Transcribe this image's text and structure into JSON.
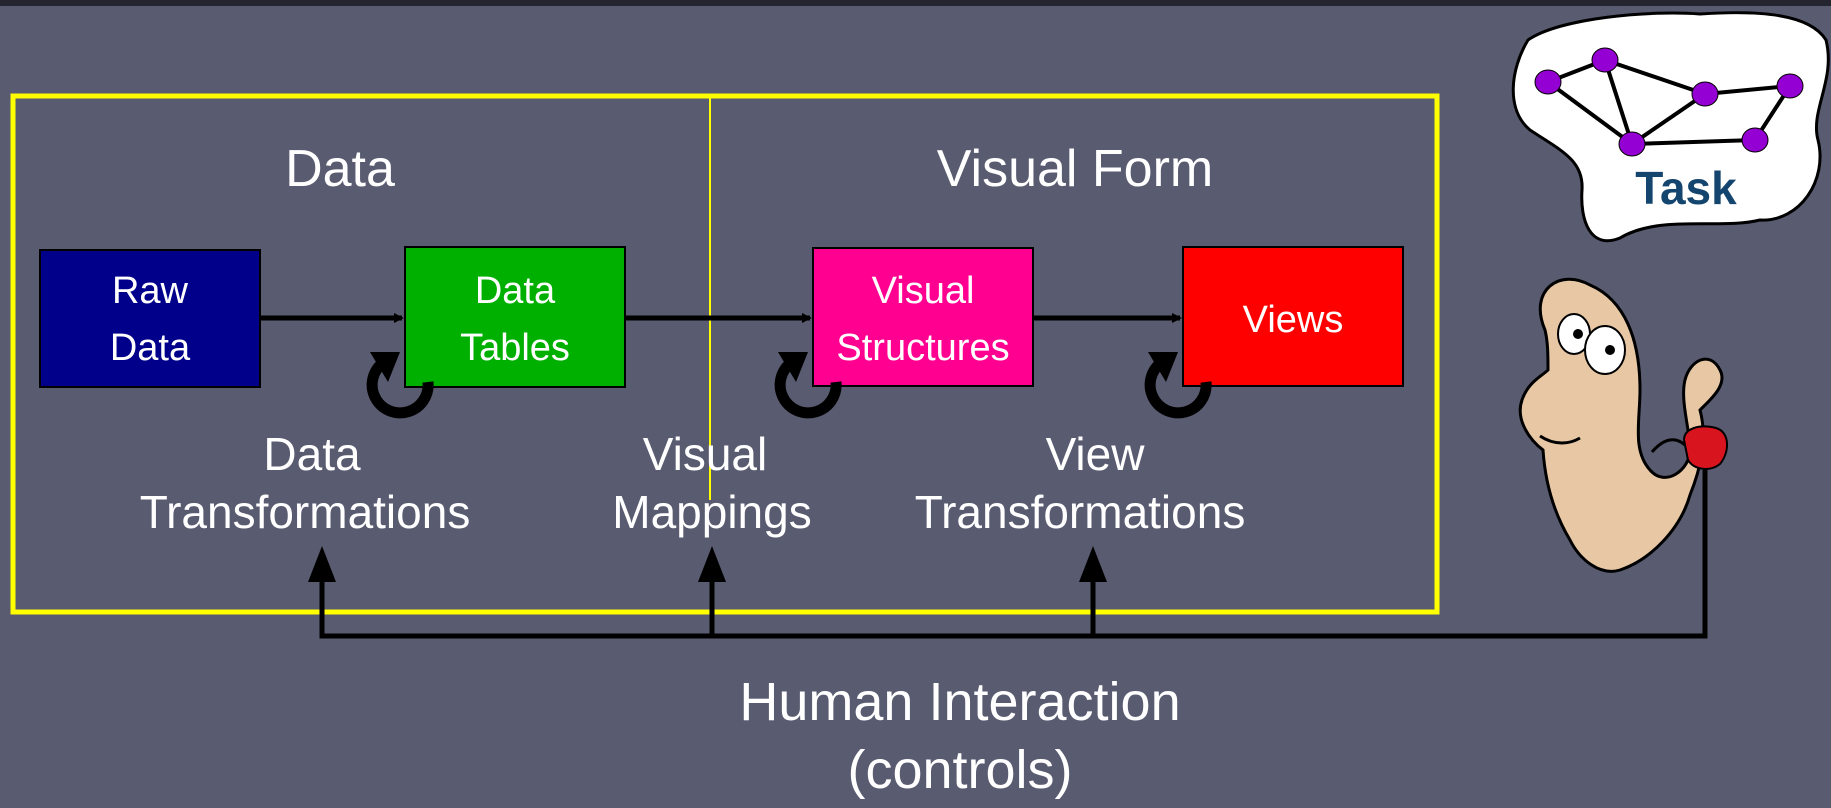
{
  "sections": {
    "data_title": "Data",
    "visual_form_title": "Visual Form"
  },
  "boxes": {
    "raw_data": [
      "Raw",
      "Data"
    ],
    "data_tables": [
      "Data",
      "Tables"
    ],
    "visual_structures": [
      "Visual",
      "Structures"
    ],
    "views": [
      "Views"
    ]
  },
  "transforms": {
    "data_transformations": [
      "Data",
      "Transformations"
    ],
    "visual_mappings": [
      "Visual",
      "Mappings"
    ],
    "view_transformations": [
      "View",
      "Transformations"
    ]
  },
  "human_interaction": [
    "Human Interaction",
    "(controls)"
  ],
  "task_label": "Task",
  "colors": {
    "background": "#595b70",
    "frame": "#ffff00",
    "raw_data": "#00008b",
    "data_tables": "#00b000",
    "visual_structures": "#ff0090",
    "views": "#ff0000",
    "task_node": "#9400d3",
    "task_text": "#14456e"
  }
}
